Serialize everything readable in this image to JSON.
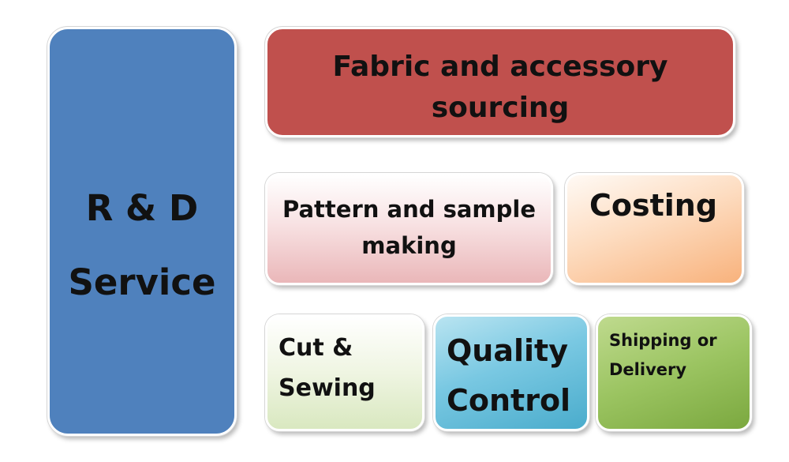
{
  "boxes": {
    "rd": {
      "line1": "R & D",
      "line2": "Service",
      "color": "#4f81bd"
    },
    "fabric": {
      "line1": "Fabric and accessory",
      "line2": "sourcing",
      "color": "#c0504d"
    },
    "pattern": {
      "line1": "Pattern and sample",
      "line2": "making",
      "color": "#f2c4c5"
    },
    "costing": {
      "line1": "Costing",
      "color": "#fbcfa8"
    },
    "cut": {
      "line1": "Cut &",
      "line2": "Sewing",
      "color": "#e4efd2"
    },
    "quality": {
      "line1": "Quality",
      "line2": "Control",
      "color": "#79c8e2"
    },
    "shipping": {
      "line1": "Shipping or",
      "line2": "Delivery",
      "color": "#9bc461"
    }
  }
}
